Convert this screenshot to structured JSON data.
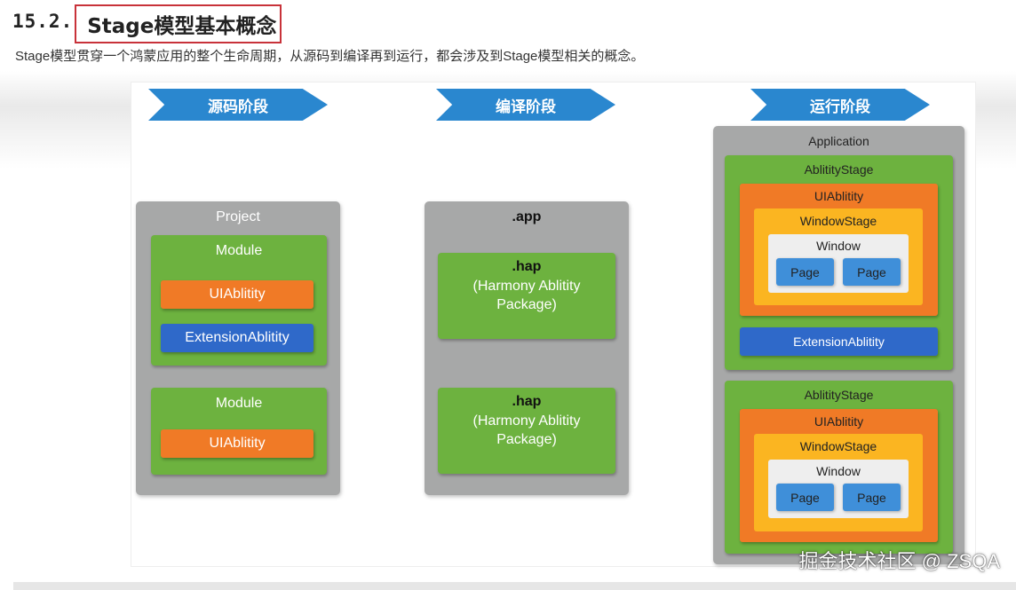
{
  "header": {
    "number": "15.2.",
    "title": "Stage模型基本概念",
    "description": "Stage模型贯穿一个鸿蒙应用的整个生命周期，从源码到编译再到运行，都会涉及到Stage模型相关的概念。"
  },
  "phases": {
    "source": "源码阶段",
    "compile": "编译阶段",
    "runtime": "运行阶段"
  },
  "source_phase": {
    "project": "Project",
    "modules": [
      {
        "label": "Module",
        "items": [
          "UIAblitity",
          "ExtensionAblitity"
        ]
      },
      {
        "label": "Module",
        "items": [
          "UIAblitity"
        ]
      }
    ]
  },
  "compile_phase": {
    "app": ".app",
    "haps": [
      {
        "name": ".hap",
        "desc_line1": "(Harmony Ablitity",
        "desc_line2": "Package)"
      },
      {
        "name": ".hap",
        "desc_line1": "(Harmony Ablitity",
        "desc_line2": "Package)"
      }
    ]
  },
  "runtime_phase": {
    "application": "Application",
    "stages": [
      {
        "label": "AblitityStage",
        "ui": "UIAblitity",
        "window_stage": "WindowStage",
        "window": "Window",
        "pages": [
          "Page",
          "Page"
        ],
        "extension": "ExtensionAblitity"
      },
      {
        "label": "AblitityStage",
        "ui": "UIAblitity",
        "window_stage": "WindowStage",
        "window": "Window",
        "pages": [
          "Page",
          "Page"
        ]
      }
    ]
  },
  "watermark": "掘金技术社区 @ ZSQA"
}
